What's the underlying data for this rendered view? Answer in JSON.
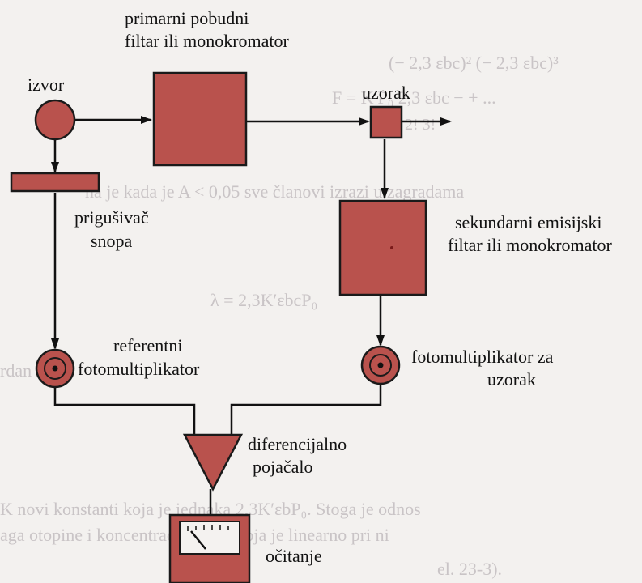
{
  "diagram": {
    "labels": {
      "source": "izvor",
      "primary_filter_line1": "primarni pobudni",
      "primary_filter_line2": "filtar ili monokromator",
      "sample": "uzorak",
      "attenuator_line1": "prigušivač",
      "attenuator_line2": "snopa",
      "secondary_filter_line1": "sekundarni emisijski",
      "secondary_filter_line2": "filtar ili monokromator",
      "reference_pmt_line1": "referentni",
      "reference_pmt_line2": "fotomultiplikator",
      "sample_pmt_line1": "fotomultiplikator za",
      "sample_pmt_line2": "uzorak",
      "amplifier_line1": "diferencijalno",
      "amplifier_line2": "pojačalo",
      "readout": "očitanje"
    },
    "colors": {
      "component_fill": "#b9524d",
      "outline": "#1a1a1a",
      "background": "#f3f1ef",
      "bleed_text": "#c9c4c6"
    }
  },
  "background_text": {
    "lines": [
      "(− 2,3 εbc)²   (− 2,3 εbc)³",
      "F = K′P₀ 2,3 εbc −             +           ...",
      "2!                3!",
      "na je kada je A < 0,05 sve članovi izrazi u zagradama",
      "λ = 2,3K′εbcP₀",
      "rdan P₀",
      "K novi konstanti koja je jednaka 2,3K′εbP₀. Stoga je odnos",
      "aga otopine i koncentracije vrste koja je linearno pri ni",
      "el. 23-3)."
    ]
  }
}
